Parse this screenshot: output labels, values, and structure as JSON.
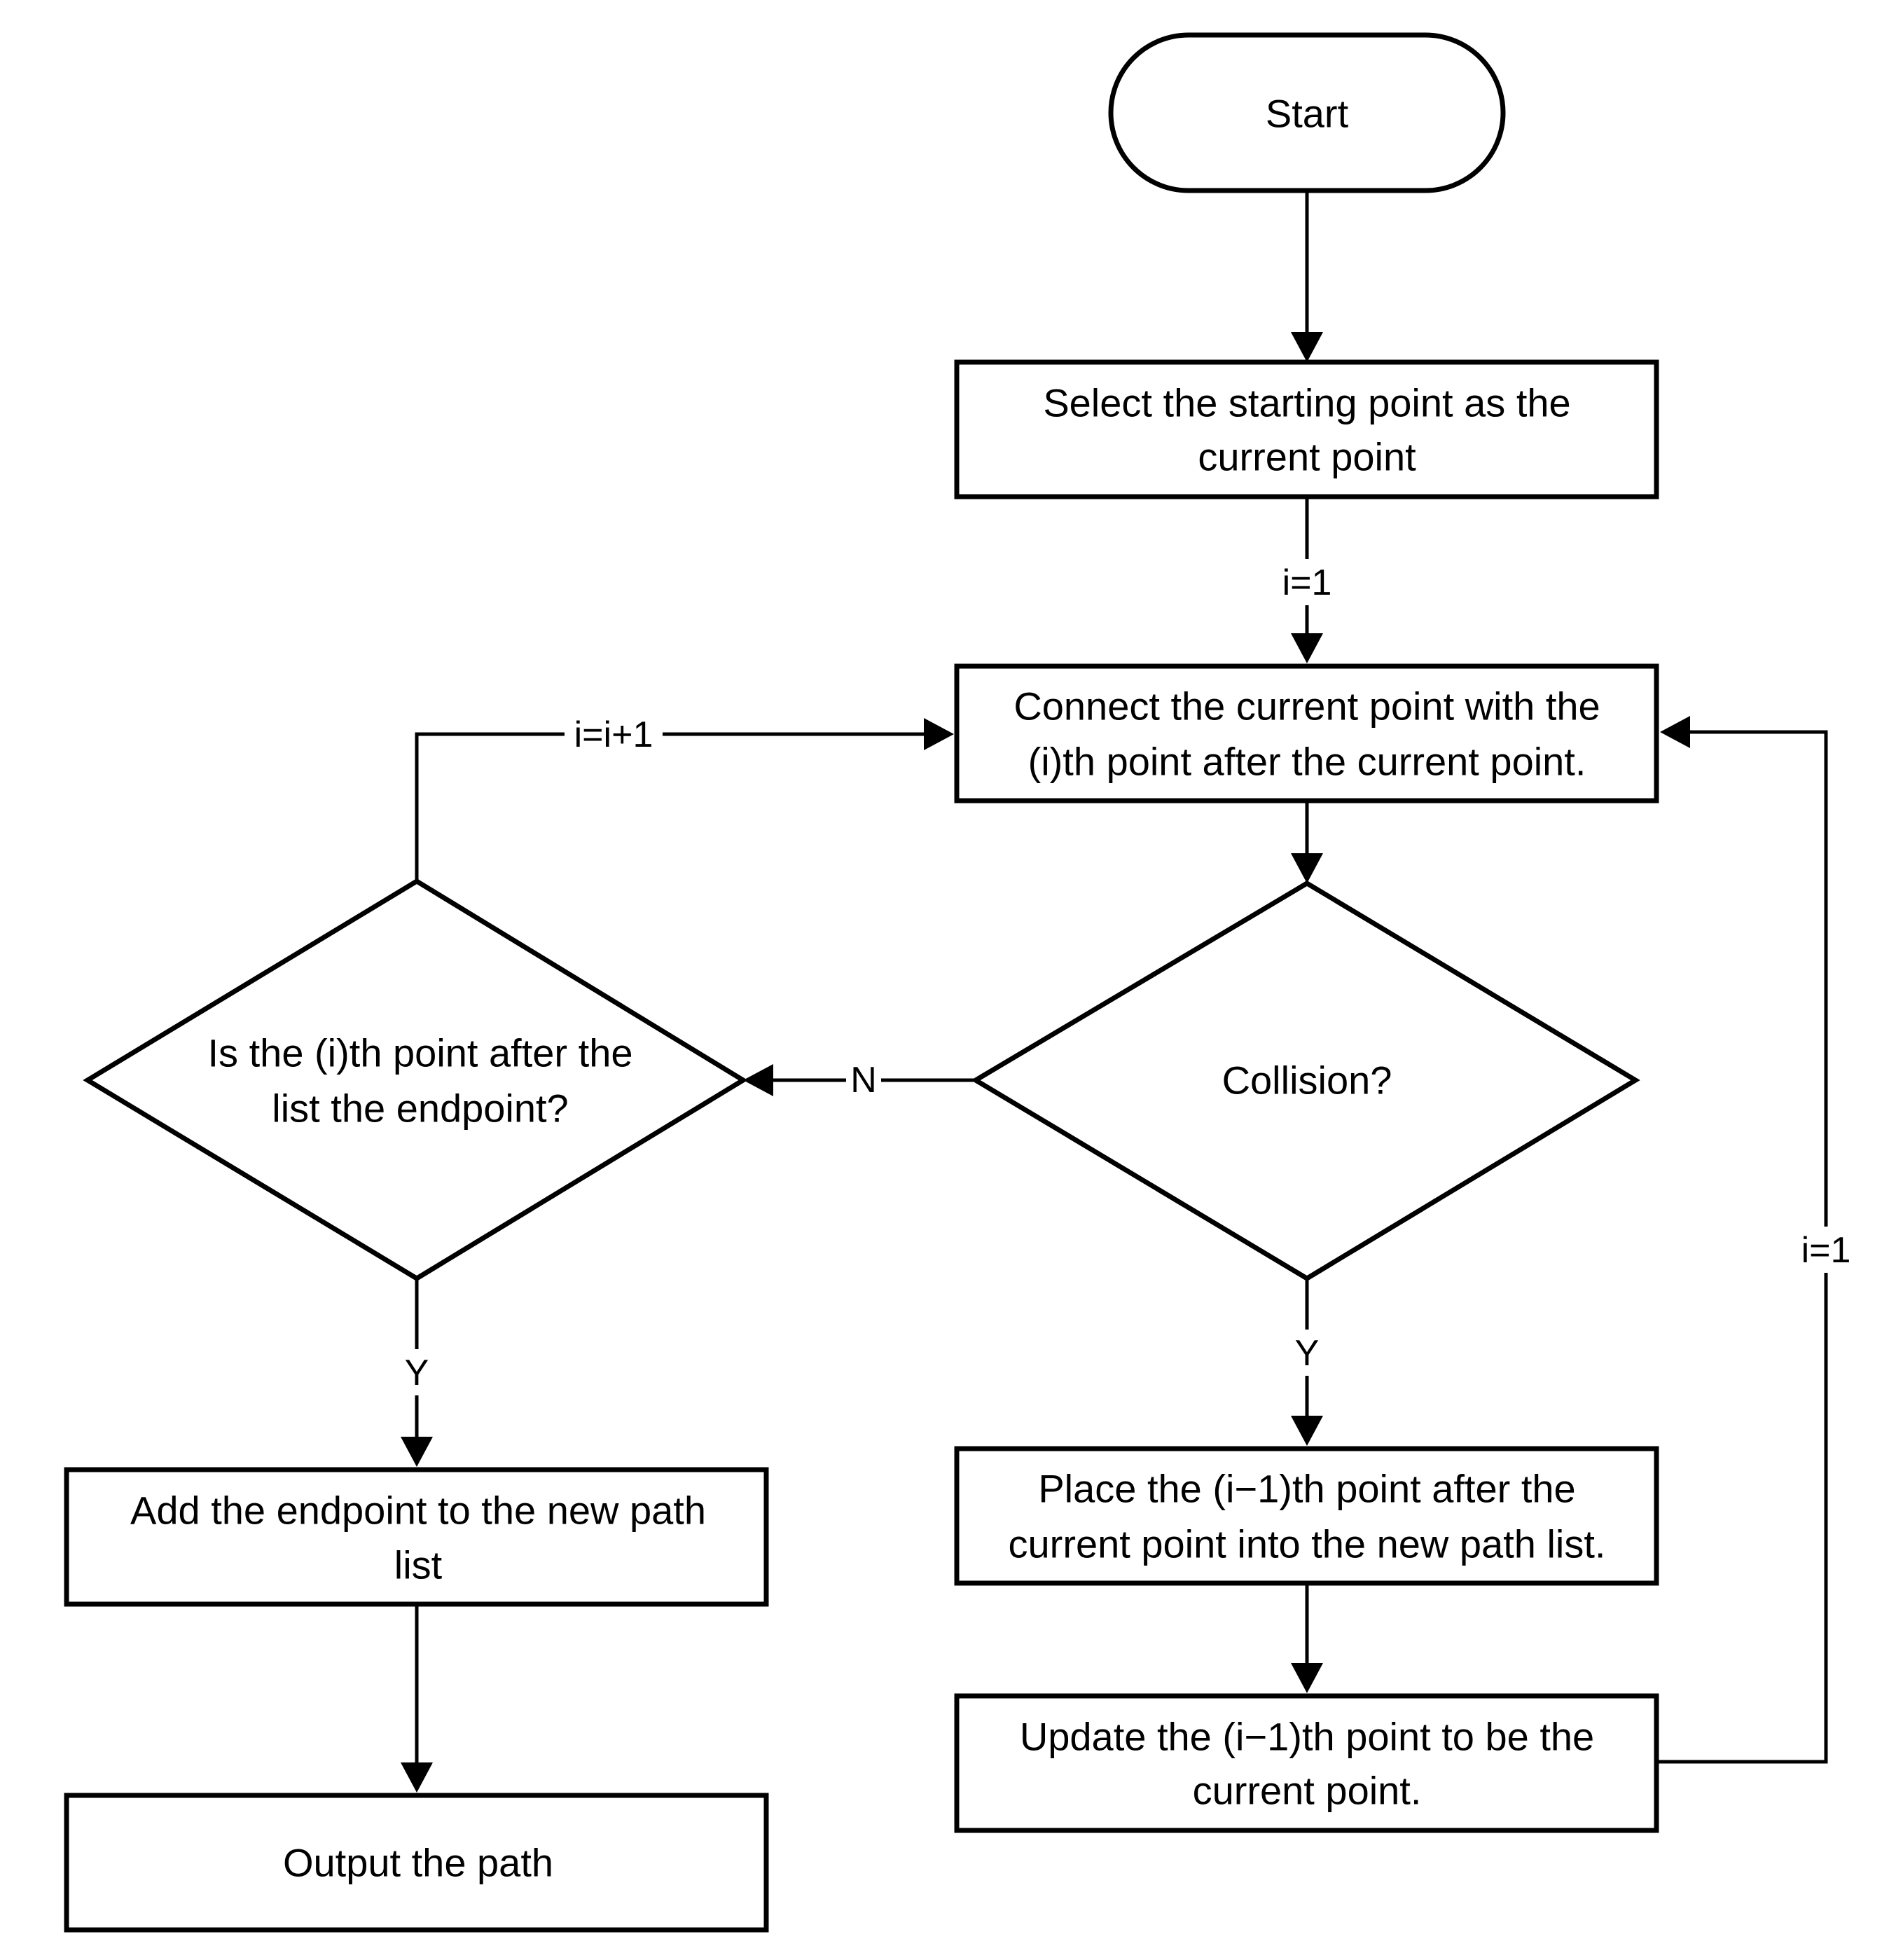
{
  "nodes": {
    "start": "Start",
    "select": [
      "Select the starting point as the",
      "current point"
    ],
    "connect": [
      "Connect the current point with the",
      "(i)th point after the current point."
    ],
    "collision": "Collision?",
    "is_endpoint": [
      "Is the (i)th point after the",
      "list the endpoint?"
    ],
    "add_endpoint": [
      "Add the endpoint to the new path",
      "list"
    ],
    "output": "Output the path",
    "place": [
      "Place the (i−1)th point after the",
      "current point into the new path list."
    ],
    "update": [
      "Update the (i−1)th point to be the",
      "current point."
    ]
  },
  "edges": {
    "select_to_connect": "i=1",
    "endpoint_no": "i=i+1",
    "collision_no": "N",
    "collision_yes": "Y",
    "endpoint_yes": "Y",
    "update_loop": "i=1"
  }
}
